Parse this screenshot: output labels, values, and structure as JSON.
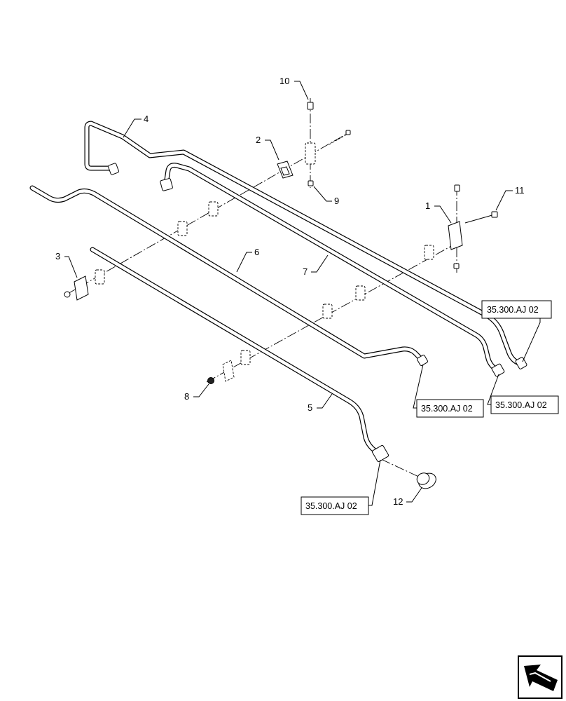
{
  "callouts": {
    "c1": "1",
    "c2": "2",
    "c3": "3",
    "c4": "4",
    "c5": "5",
    "c6": "6",
    "c7": "7",
    "c8": "8",
    "c9": "9",
    "c10": "10",
    "c11": "11",
    "c12": "12"
  },
  "references": {
    "r_top_right": "35.300.AJ 02",
    "r_mid_left": "35.300.AJ 02",
    "r_mid_right": "35.300.AJ 02",
    "r_bottom": "35.300.AJ 02"
  },
  "icons": {
    "corner": "navigation-arrow-icon"
  }
}
